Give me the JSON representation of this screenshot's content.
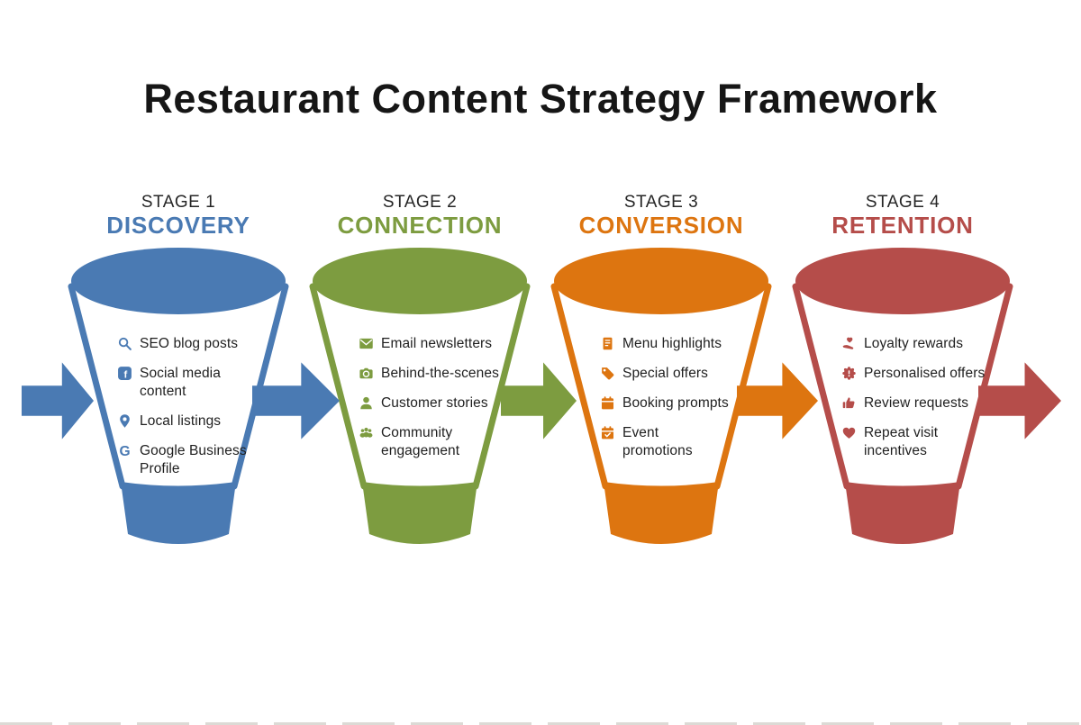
{
  "title": "Restaurant Content Strategy Framework",
  "colors": {
    "stage1_blue": "#4a7ab3",
    "stage2_green": "#7d9c40",
    "stage3_orange": "#dd7510",
    "stage4_red": "#b54d4a",
    "title_text": "#161616",
    "item_text": "#1f1f1f",
    "stage_label_text": "#262626"
  },
  "stages": [
    {
      "stage_label": "STAGE 1",
      "name": "DISCOVERY",
      "color": "#4a7ab3",
      "items": [
        {
          "icon": "search-icon",
          "label": "SEO blog posts"
        },
        {
          "icon": "facebook-icon",
          "label": "Social media\ncontent"
        },
        {
          "icon": "map-pin-icon",
          "label": "Local listings"
        },
        {
          "icon": "google-icon",
          "label": "Google Business\nProfile"
        }
      ]
    },
    {
      "stage_label": "STAGE 2",
      "name": "CONNECTION",
      "color": "#7d9c40",
      "items": [
        {
          "icon": "envelope-icon",
          "label": "Email newsletters"
        },
        {
          "icon": "camera-icon",
          "label": "Behind-the-scenes"
        },
        {
          "icon": "person-icon",
          "label": "Customer stories"
        },
        {
          "icon": "group-icon",
          "label": "Community\nengagement"
        }
      ]
    },
    {
      "stage_label": "STAGE 3",
      "name": "CONVERSION",
      "color": "#dd7510",
      "items": [
        {
          "icon": "menu-icon",
          "label": "Menu highlights"
        },
        {
          "icon": "tag-icon",
          "label": "Special offers"
        },
        {
          "icon": "calendar-icon",
          "label": "Booking prompts"
        },
        {
          "icon": "calendar-check-icon",
          "label": "Event\npromotions"
        }
      ]
    },
    {
      "stage_label": "STAGE 4",
      "name": "RETENTION",
      "color": "#b54d4a",
      "items": [
        {
          "icon": "hand-heart-icon",
          "label": "Loyalty rewards"
        },
        {
          "icon": "badge-icon",
          "label": "Personalised offers"
        },
        {
          "icon": "thumbs-up-icon",
          "label": "Review requests"
        },
        {
          "icon": "heart-icon",
          "label": "Repeat visit\nincentives"
        }
      ]
    }
  ]
}
